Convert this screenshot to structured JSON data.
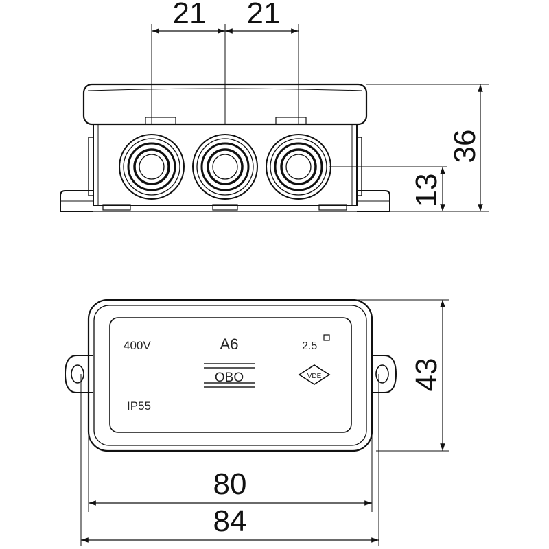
{
  "diagram": {
    "dimensions": {
      "hole_spacing_left": "21",
      "hole_spacing_right": "21",
      "overall_height": "36",
      "entry_height": "13",
      "body_width": "80",
      "overall_width": "84",
      "depth": "43"
    },
    "lid_labels": {
      "voltage": "400V",
      "model": "A6",
      "cross_section": "2.5",
      "protection": "IP55",
      "brand": "OBO",
      "vde_mark": "VDE"
    },
    "colors": {
      "line": "#111111",
      "background": "#ffffff"
    }
  }
}
